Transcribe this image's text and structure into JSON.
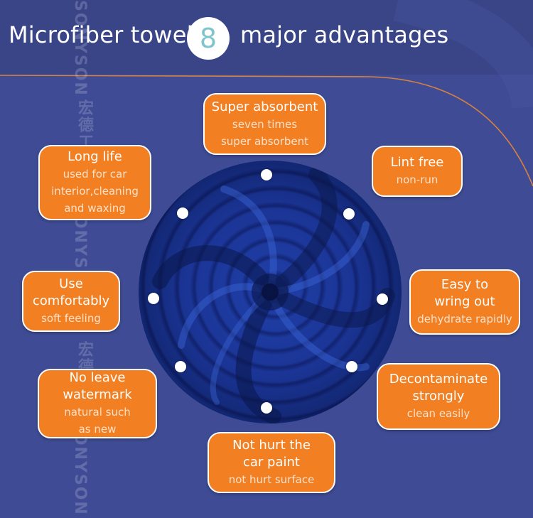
{
  "title": {
    "left": "Microfiber towel",
    "badge": "8",
    "right": "major advantages"
  },
  "watermark": {
    "brand": "SONYSON",
    "chinese": "宏德工厂"
  },
  "colors": {
    "background": "#3f4c95",
    "card_fill": "#f27f22",
    "card_border": "#ffffff",
    "accent_line": "#d9813f",
    "badge_number": "#7fc5cc"
  },
  "advantages": [
    {
      "title": "Super absorbent",
      "subtitle": "seven times\nsuper absorbent"
    },
    {
      "title": "Lint free",
      "subtitle": "non-run"
    },
    {
      "title": "Easy to\nwring out",
      "subtitle": "dehydrate rapidly"
    },
    {
      "title": "Decontaminate\nstrongly",
      "subtitle": "clean easily"
    },
    {
      "title": "Not hurt the\ncar paint",
      "subtitle": "not hurt surface"
    },
    {
      "title": "No leave\nwatermark",
      "subtitle": "natural such\nas new"
    },
    {
      "title": "Use\ncomfortably",
      "subtitle": "soft feeling"
    },
    {
      "title": "Long life",
      "subtitle": "used for car\ninterior,cleaning\nand waxing"
    }
  ]
}
